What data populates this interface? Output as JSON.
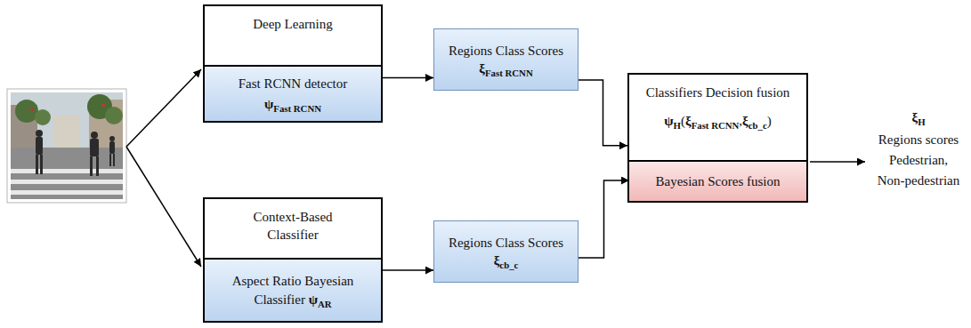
{
  "diagram": {
    "nodes": [
      {
        "text": [
          "Deep Learning"
        ]
      },
      {
        "text": [
          "Fast RCNN detector",
          "ψFast RCNN"
        ],
        "in": 0
      },
      {
        "text": [
          "Regions Class Scores ξFast RCNN"
        ]
      },
      {
        "text": [
          "Context-Based Classifier"
        ]
      },
      {
        "text": [
          "Aspect Ratio Bayesian Classifier ψAR"
        ],
        "in": 3
      },
      {
        "text": [
          "Regions Class Scores ξcb_c"
        ]
      },
      {
        "text": [
          "Classifiers Decision fusion",
          "ψH(ξFast RCNN,ξcb_c)"
        ]
      },
      {
        "text": [
          "Bayesian Scores fusion"
        ],
        "in": 6
      }
    ],
    "edges": [
      {
        "from": 1,
        "to": 2,
        "arrow": "to"
      },
      {
        "from": 4,
        "to": 5,
        "arrow": "to"
      },
      {
        "from": 2,
        "to": 6,
        "arrow": "to"
      },
      {
        "from": 5,
        "to": 7,
        "arrow": "to"
      }
    ],
    "labels": [
      "ξH",
      "Regions scores",
      "Pedestrian,",
      "Non-pedestrian"
    ]
  }
}
